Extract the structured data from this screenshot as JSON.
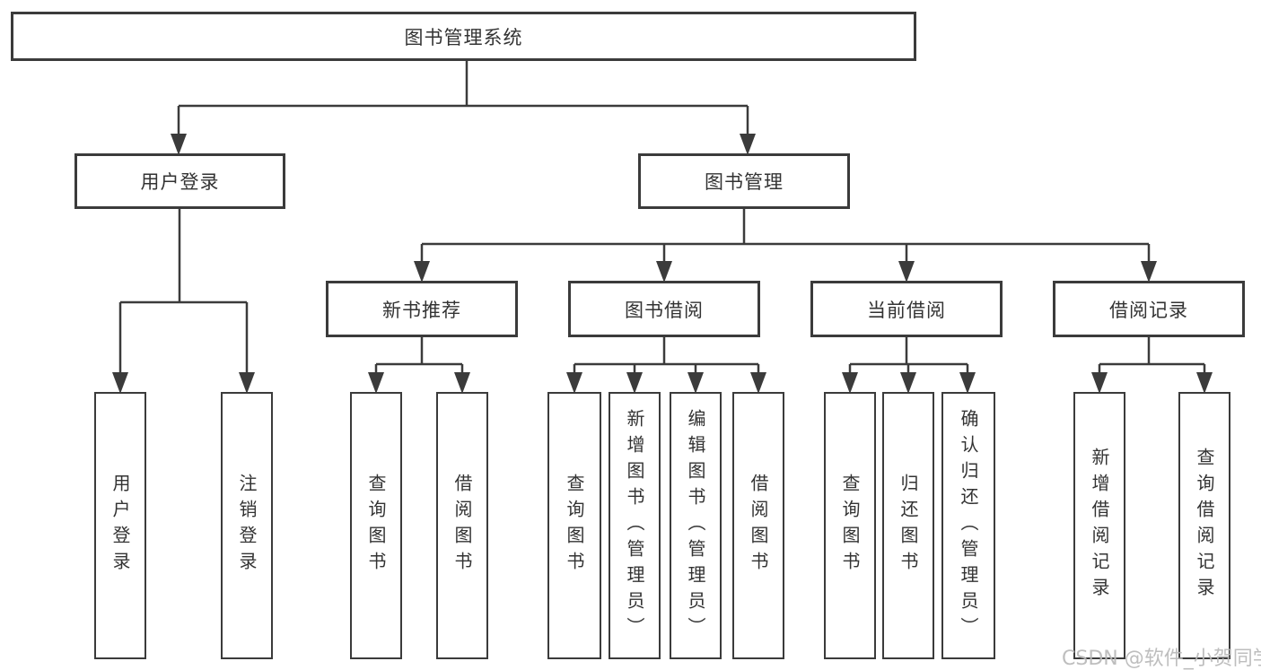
{
  "diagram": {
    "title": "图书管理系统",
    "level2": [
      {
        "label": "用户登录"
      },
      {
        "label": "图书管理"
      }
    ],
    "level3": [
      {
        "label": "新书推荐"
      },
      {
        "label": "图书借阅"
      },
      {
        "label": "当前借阅"
      },
      {
        "label": "借阅记录"
      }
    ],
    "leaf_groups": [
      {
        "parent": "用户登录",
        "children": [
          {
            "label": "用户登录"
          },
          {
            "label": "注销登录"
          }
        ]
      },
      {
        "parent": "新书推荐",
        "children": [
          {
            "label": "查询图书"
          },
          {
            "label": "借阅图书"
          }
        ]
      },
      {
        "parent": "图书借阅",
        "children": [
          {
            "label": "查询图书"
          },
          {
            "label": "新增图书（管理员）"
          },
          {
            "label": "编辑图书（管理员）"
          },
          {
            "label": "借阅图书"
          }
        ]
      },
      {
        "parent": "当前借阅",
        "children": [
          {
            "label": "查询图书"
          },
          {
            "label": "归还图书"
          },
          {
            "label": "确认归还（管理员）"
          }
        ]
      },
      {
        "parent": "借阅记录",
        "children": [
          {
            "label": "新增借阅记录"
          },
          {
            "label": "查询借阅记录"
          }
        ]
      }
    ]
  },
  "watermark": "CSDN @软件_小贺同学",
  "colors": {
    "line": "#3b3b3b",
    "border": "#3b3b3b",
    "text": "#333333",
    "watermark": "#b9b9b9",
    "background": "#ffffff"
  }
}
